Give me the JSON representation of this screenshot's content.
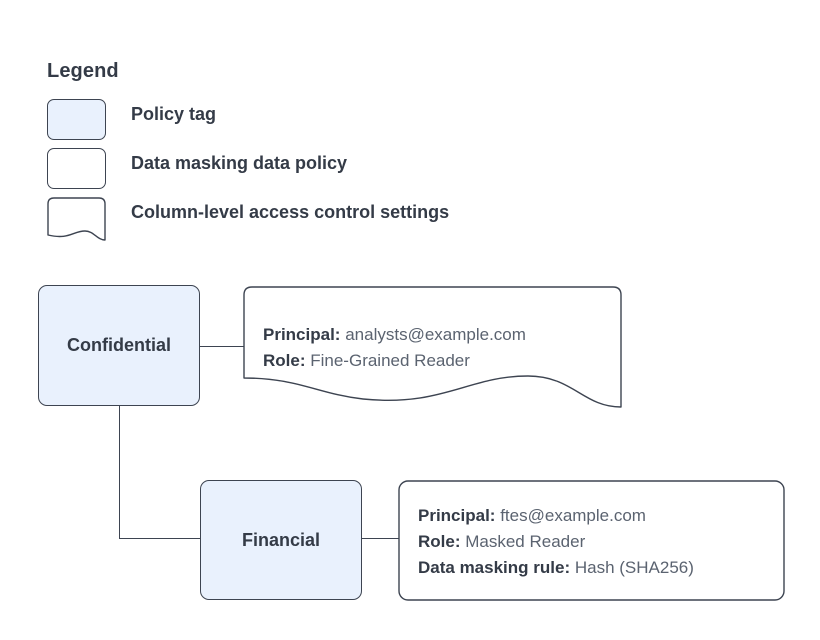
{
  "diagram": {
    "background_color": "#ffffff",
    "node_fill": "#e9f1fd",
    "stroke_color": "#3d4451",
    "text_color": "#343b47",
    "value_text_color": "#5b6370"
  },
  "legend": {
    "title": "Legend",
    "items": [
      {
        "label": "Policy tag",
        "swatch": "rounded-filled-rect",
        "fill": "#e9f1fd"
      },
      {
        "label": "Data masking data policy",
        "swatch": "rounded-empty-rect",
        "fill": "#ffffff"
      },
      {
        "label": "Column-level access control settings",
        "swatch": "wavy-bottom-document",
        "fill": "#ffffff"
      }
    ]
  },
  "nodes": [
    {
      "id": "confidential",
      "label": "Confidential"
    },
    {
      "id": "financial",
      "label": "Financial"
    }
  ],
  "detail_cards": [
    {
      "id": "confidential-access-settings",
      "shape": "wavy-bottom-document",
      "rows": [
        {
          "label": "Principal:",
          "value": "analysts@example.com"
        },
        {
          "label": "Role:",
          "value": "Fine-Grained Reader"
        }
      ]
    },
    {
      "id": "financial-access-settings",
      "shape": "rounded-rect",
      "rows": [
        {
          "label": "Principal:",
          "value": "ftes@example.com"
        },
        {
          "label": "Role:",
          "value": "Masked Reader"
        },
        {
          "label": "Data masking rule:",
          "value": "Hash (SHA256)"
        }
      ]
    }
  ],
  "edges": [
    {
      "from": "confidential",
      "to": "confidential-access-settings"
    },
    {
      "from": "confidential",
      "to": "financial"
    },
    {
      "from": "financial",
      "to": "financial-access-settings"
    }
  ]
}
